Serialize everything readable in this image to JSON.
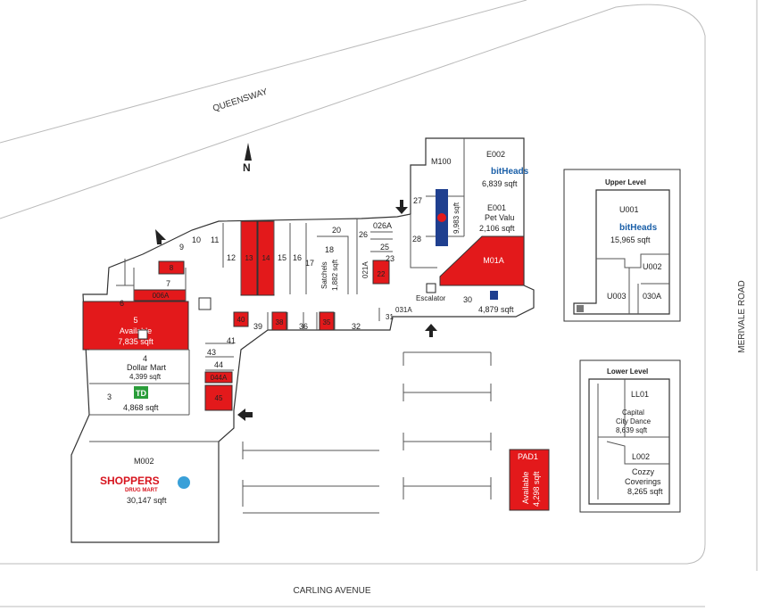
{
  "streets": {
    "north": "QUEENSWAY",
    "south": "CARLING AVENUE",
    "east": "MERIVALE ROAD"
  },
  "compass": "N",
  "colors": {
    "available": "#e3191b",
    "outline": "#333333",
    "td_green": "#2a9d3a",
    "shoppers_red": "#d7141e",
    "bitheads_blue": "#1a5fa8",
    "canada_post_blue": "#1f3f8f"
  },
  "units": {
    "u3": "3",
    "u4": "4",
    "u5": "5",
    "u6": "6",
    "u7": "7",
    "u8": "8",
    "u9": "9",
    "u10": "10",
    "u11": "11",
    "u12": "12",
    "u13": "13",
    "u14": "14",
    "u15": "15",
    "u16": "16",
    "u17": "17",
    "u18": "18",
    "u20": "20",
    "u22": "22",
    "u23": "23",
    "u25": "25",
    "u26": "26",
    "u27": "27",
    "u28": "28",
    "u30": "30",
    "u31": "31",
    "u32": "32",
    "u35": "35",
    "u36": "36",
    "u38": "38",
    "u39": "39",
    "u40": "40",
    "u41": "41",
    "u43": "43",
    "u44": "44",
    "u45": "45",
    "u006A": "006A",
    "u021A": "021A",
    "u026A": "026A",
    "u044A": "044A",
    "u031A": "031A",
    "m002": "M002",
    "m100": "M100",
    "m01a": "M01A",
    "e001": "E001",
    "e002": "E002",
    "pad1": "PAD1"
  },
  "tenants": {
    "u5_status": "Available",
    "u5_size": "7,835 sqft",
    "u4_name": "Dollar Mart",
    "u4_size": "4,399 sqft",
    "u3_size": "4,868 sqft",
    "u18_name": "Satchels",
    "u18_size": "1,882 sqft",
    "m100_size": "9,983 sqft",
    "e002_size": "6,839 sqft",
    "e001_name": "Pet Valu",
    "e001_size": "2,106 sqft",
    "u30_size": "4,879 sqft",
    "m002_size": "30,147 sqft",
    "pad1_status": "Available",
    "pad1_size": "4,298 sqft",
    "escalator": "Escalator"
  },
  "brands": {
    "shoppers": "SHOPPERS",
    "shoppers_sub": "DRUG MART",
    "td": "TD",
    "bitheads": "bitHeads"
  },
  "upper_level": {
    "title": "Upper Level",
    "u001": "U001",
    "u001_size": "15,965 sqft",
    "u002": "U002",
    "u003": "U003",
    "u030a": "030A"
  },
  "lower_level": {
    "title": "Lower Level",
    "ll01": "LL01",
    "ll01_name_1": "Capital",
    "ll01_name_2": "City Dance",
    "ll01_size": "8,639 sqft",
    "l002": "L002",
    "l002_name_1": "Cozzy",
    "l002_name_2": "Coverings",
    "l002_size": "8,265 sqft"
  }
}
